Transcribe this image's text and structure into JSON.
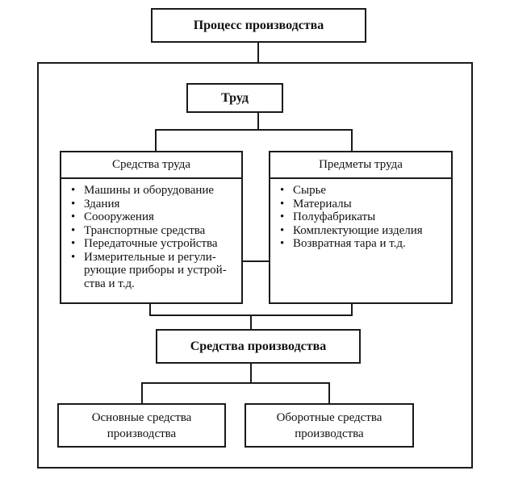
{
  "diagram": {
    "root": {
      "label": "Процесс производства"
    },
    "labor": {
      "label": "Труд"
    },
    "means_of_labor": {
      "title": "Средства труда",
      "items": [
        "Машины и оборудование",
        "Здания",
        "Соооружения",
        "Транспортные средства",
        "Передаточные устройства",
        "Измерительные и регули-рующие приборы и устрой-ства и т.д."
      ],
      "items_display": [
        [
          "Машины и оборудование"
        ],
        [
          "Здания"
        ],
        [
          "Соооружения"
        ],
        [
          "Транспортные средства"
        ],
        [
          "Передаточные устройства"
        ],
        [
          "Измерительные и регули-",
          "рующие приборы и устрой-",
          "ства и т.д."
        ]
      ]
    },
    "objects_of_labor": {
      "title": "Предметы труда",
      "items": [
        "Сырье",
        "Материалы",
        "Полуфабрикаты",
        "Комплектующие изделия",
        "Возвратная тара и т.д."
      ]
    },
    "means_of_production": {
      "label": "Средства производства"
    },
    "fixed_assets": {
      "line1": "Основные средства",
      "line2": "производства"
    },
    "working_capital": {
      "line1": "Оборотные средства",
      "line2": "производства"
    },
    "bullet_glyph": "•"
  }
}
